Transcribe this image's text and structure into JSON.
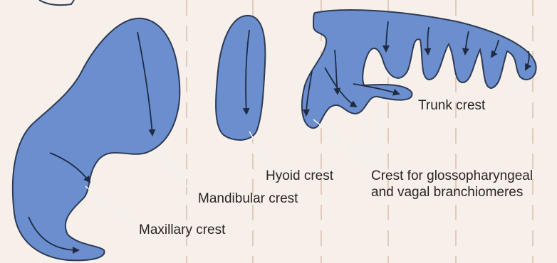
{
  "colors": {
    "background": "#f7f0ea",
    "crest_fill": "#6b8fce",
    "crest_stroke": "#2e3a56",
    "arrow": "#1f2a44",
    "text": "#2a2323",
    "guide_lines": "#d9b9a8"
  },
  "labels": {
    "trunk_crest": "Trunk crest",
    "hyoid_crest": "Hyoid crest",
    "glossopharyngeal_line1": "Crest for glossopharyngeal",
    "glossopharyngeal_line2": "and vagal branchiomeres",
    "mandibular_crest": "Mandibular crest",
    "maxillary_crest": "Maxillary crest"
  }
}
